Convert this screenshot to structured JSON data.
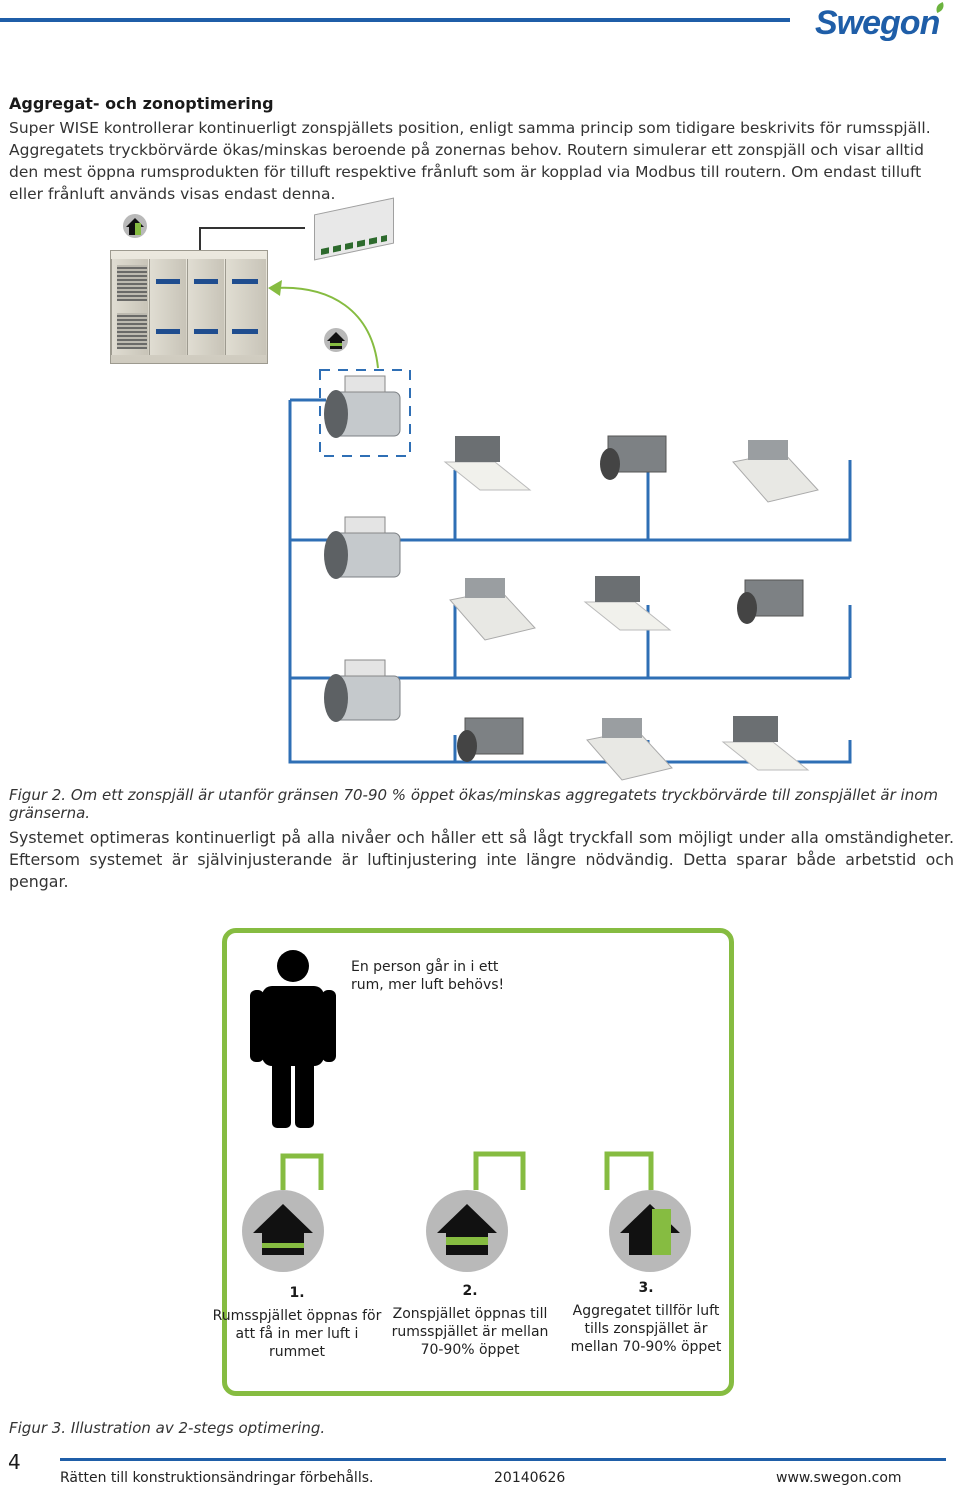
{
  "header": {
    "logo": "Swegon"
  },
  "section": {
    "heading": "Aggregat- och zonoptimering",
    "intro": "Super WISE kontrollerar kontinuerligt zonspjällets position, enligt samma princip som tidigare beskrivits för rumsspjäll. Aggregatets tryckbörvärde ökas/minskas beroende på zonernas behov. Routern simulerar ett zonspjäll och visar alltid den mest öppna rumsprodukten för tilluft respektive frånluft som är kopplad via Modbus till routern. Om endast tilluft eller frånluft används visas endast denna."
  },
  "figure2": {
    "caption": "Figur 2. Om ett zonspjäll är utanför gränsen 70-90 % öppet ökas/minskas aggregatets tryckbörvärde till zonspjället är inom gränserna."
  },
  "paragraph2": "Systemet optimeras kontinuerligt på alla nivåer och håller ett så lågt tryckfall som möjligt under alla omständigheter. Eftersom systemet är självinjusterande är luftinjustering inte längre nödvändig. Detta sparar både arbetstid och pengar.",
  "figure3": {
    "person_text": "En person går in i ett rum, mer luft behövs!",
    "steps": [
      {
        "num": "1.",
        "text": "Rumsspjället öppnas för att få in mer luft i rummet"
      },
      {
        "num": "2.",
        "text": "Zonspjället öppnas till rumsspjället är mellan 70-90% öppet"
      },
      {
        "num": "3.",
        "text": "Aggregatet tillför luft tills zonspjället är mellan 70-90% öppet"
      }
    ],
    "caption": "Figur 3. Illustration av 2-stegs optimering."
  },
  "footer": {
    "page_number": "4",
    "disclaimer": "Rätten till konstruktionsändringar förbehålls.",
    "date": "20140626",
    "website": "www.swegon.com"
  },
  "colors": {
    "brand_blue": "#1f5ea8",
    "accent_green": "#86bc41",
    "line_blue": "#2f6fb5",
    "icon_grey": "#b9b9b9",
    "house_black": "#111111"
  },
  "icons": [
    "house-zone-icon",
    "house-room-icon",
    "person-icon",
    "router-device",
    "air-handling-unit",
    "zone-damper",
    "room-diffuser"
  ]
}
